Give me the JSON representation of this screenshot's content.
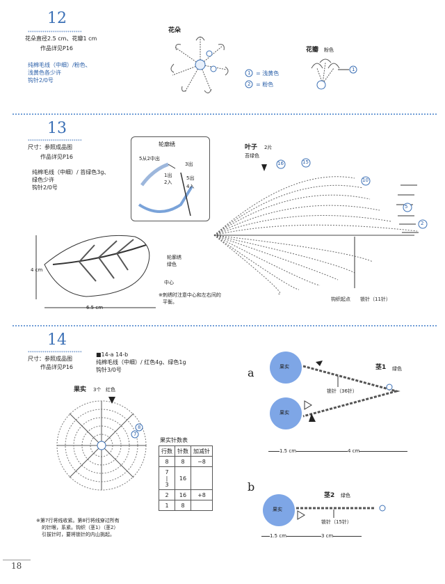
{
  "s12": {
    "num": "12",
    "stars": "**************************",
    "size": "花朵直径2.5 cm、花瓣1 cm",
    "detail": "作品详见P16",
    "yarn1": "纯棉毛线（中细）/粉色、",
    "yarn2": "浅黄色各少许",
    "hook": "钩针2/0号",
    "flower_title": "花朵",
    "petal_title": "花瓣",
    "petal_color": "粉色",
    "legend1": "= 浅黄色",
    "legend2": "= 粉色",
    "m1": "1",
    "m2": "2"
  },
  "s13": {
    "num": "13",
    "stars": "**************************",
    "size": "尺寸：参照成品图",
    "detail": "作品详见P16",
    "yarn1": "纯棉毛线（中细）/ 苔绿色3g、",
    "yarn2": "绿色少许",
    "hook": "钩针2/0号",
    "stitch_title": "轮廓绣",
    "s1": "1出",
    "s2": "2入",
    "s3": "3出",
    "s4": "4入",
    "s5": "5出",
    "s6": "5从2中出",
    "leaf_title": "叶子",
    "leaf_count": "2片",
    "leaf_color": "苔绿色",
    "m16": "16",
    "m15": "15",
    "m10": "10",
    "m5": "5",
    "m2": "2",
    "start": "钩织起点",
    "chain": "锁针（11针）",
    "embroidery": "轮廓绣",
    "emb_color": "绿色",
    "center": "中心",
    "width": "6.5 cm",
    "height": "4 cm",
    "note1": "※刺绣时注意中心和左右间的",
    "note2": "平衡。"
  },
  "s14": {
    "num": "14",
    "stars": "**************************",
    "size": "尺寸：参照成品图",
    "detail": "作品详见P16",
    "variant": "■14-a 14-b",
    "yarn1": "纯棉毛线（中细）/ 红色4g、绿色1g",
    "hook": "钩针3/0号",
    "fruit_title": "果实",
    "fruit_count": "3个",
    "fruit_color": "红色",
    "m8": "8",
    "m7": "7",
    "table_title": "果实针数表",
    "table_head": [
      "行数",
      "针数",
      "加减针"
    ],
    "rows": [
      {
        "r": "8",
        "c": "8",
        "d": "−8"
      },
      {
        "r": "7\n|\n3",
        "c": "16",
        "d": ""
      },
      {
        "r": "2",
        "c": "16",
        "d": "+8"
      },
      {
        "r": "1",
        "c": "8",
        "d": ""
      }
    ],
    "note1": "※第7行将线收紧。第8行将线穿过所有",
    "note2": "的针眼，系紧。钩织（茎1）（茎2）",
    "note3": "引拔针时，要将锁针的内山挑起。",
    "a": "a",
    "b": "b",
    "fruit": "果实",
    "stem1": "茎1",
    "stem1_color": "绿色",
    "chain36": "锁针（36针）",
    "dim_a1": "1.5 cm",
    "dim_a2": "4 cm",
    "stem2": "茎2",
    "stem2_color": "绿色",
    "chain15": "锁针（15针）",
    "dim_b1": "1.5 cm",
    "dim_b2": "3 cm"
  },
  "page": "18"
}
